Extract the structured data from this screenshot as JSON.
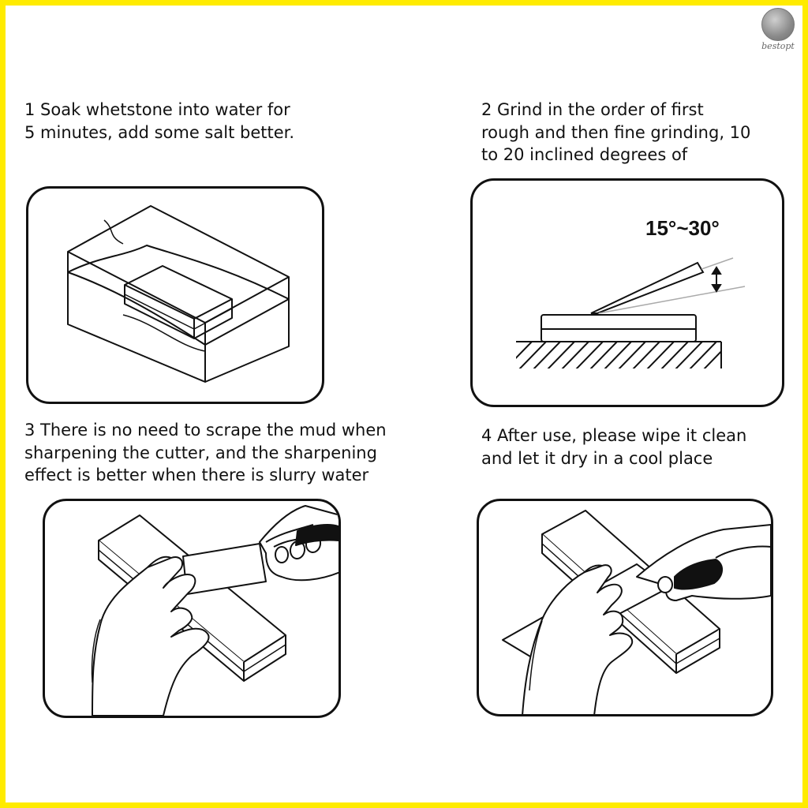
{
  "brand": {
    "name": "bestopt"
  },
  "steps": [
    {
      "lines": [
        "1 Soak whetstone into water for",
        "5 minutes, add some salt better."
      ]
    },
    {
      "lines": [
        "2 Grind in the order of first",
        "rough and then fine grinding, 10",
        "to 20 inclined degrees of"
      ],
      "angle_label": "15°~30°"
    },
    {
      "lines": [
        "3 There is no need to scrape the mud when",
        "sharpening the cutter, and the sharpening",
        "effect is better when there is slurry water"
      ]
    },
    {
      "lines": [
        "4 After use, please wipe it clean",
        "and let it dry in a cool place"
      ]
    }
  ],
  "colors": {
    "border": "#ffeb00",
    "ink": "#111111"
  }
}
